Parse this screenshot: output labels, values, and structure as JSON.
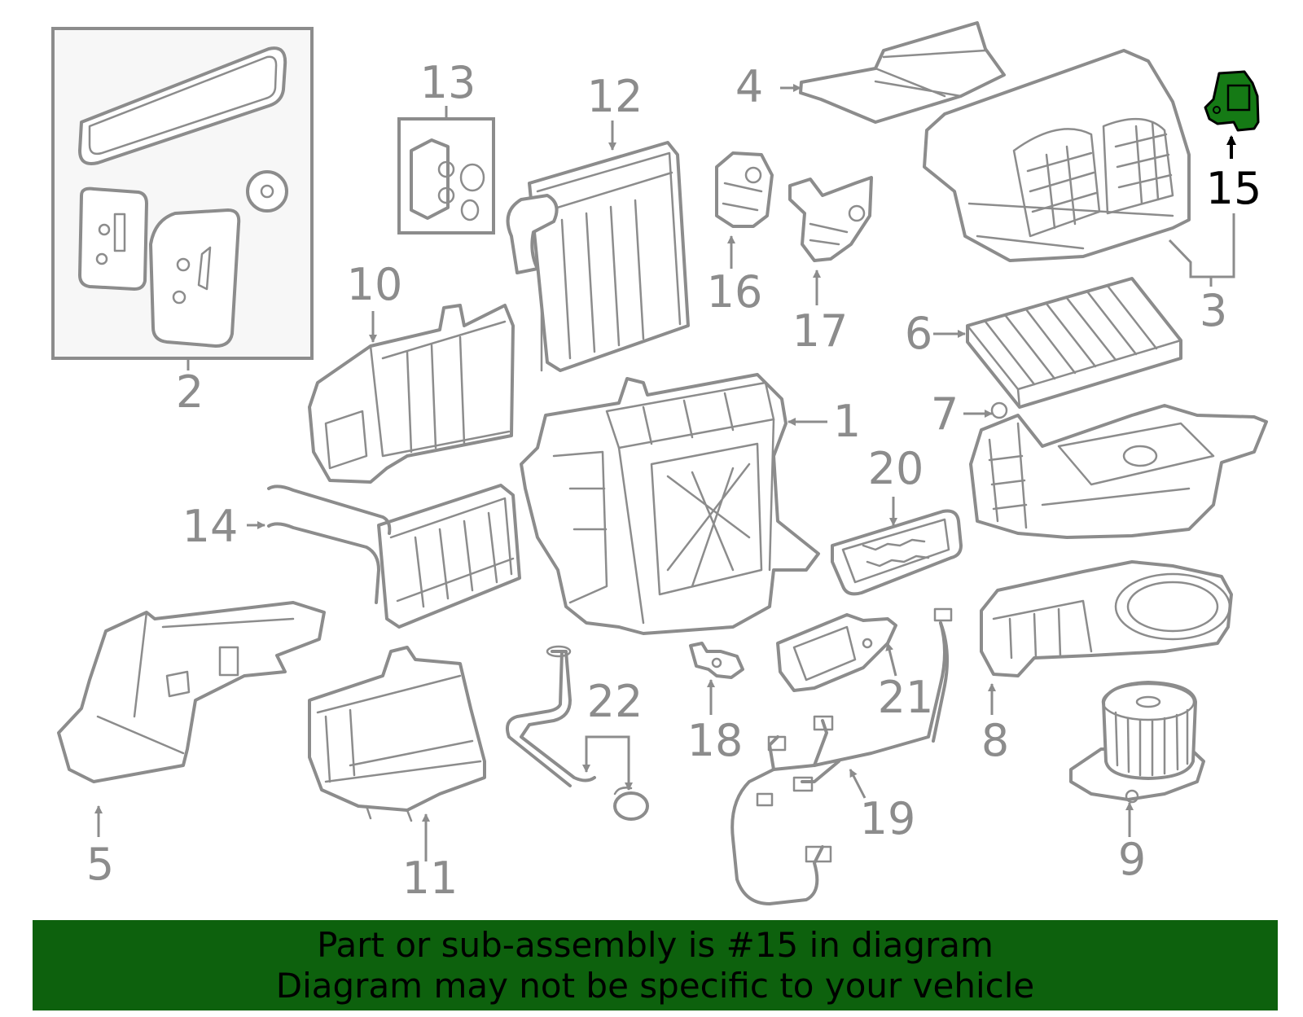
{
  "diagram": {
    "callouts": [
      "1",
      "2",
      "3",
      "4",
      "5",
      "6",
      "7",
      "8",
      "9",
      "10",
      "11",
      "12",
      "13",
      "14",
      "15",
      "16",
      "17",
      "18",
      "19",
      "20",
      "21",
      "22"
    ],
    "highlighted_part": "15",
    "colors": {
      "line": "#8c8c8c",
      "highlight_fill": "#157a15",
      "highlight_text": "#000000",
      "banner_bg": "#0d610d"
    }
  },
  "banner": {
    "line1": "Part or sub-assembly is #15 in diagram",
    "line2": "Diagram may not be specific to your vehicle"
  }
}
